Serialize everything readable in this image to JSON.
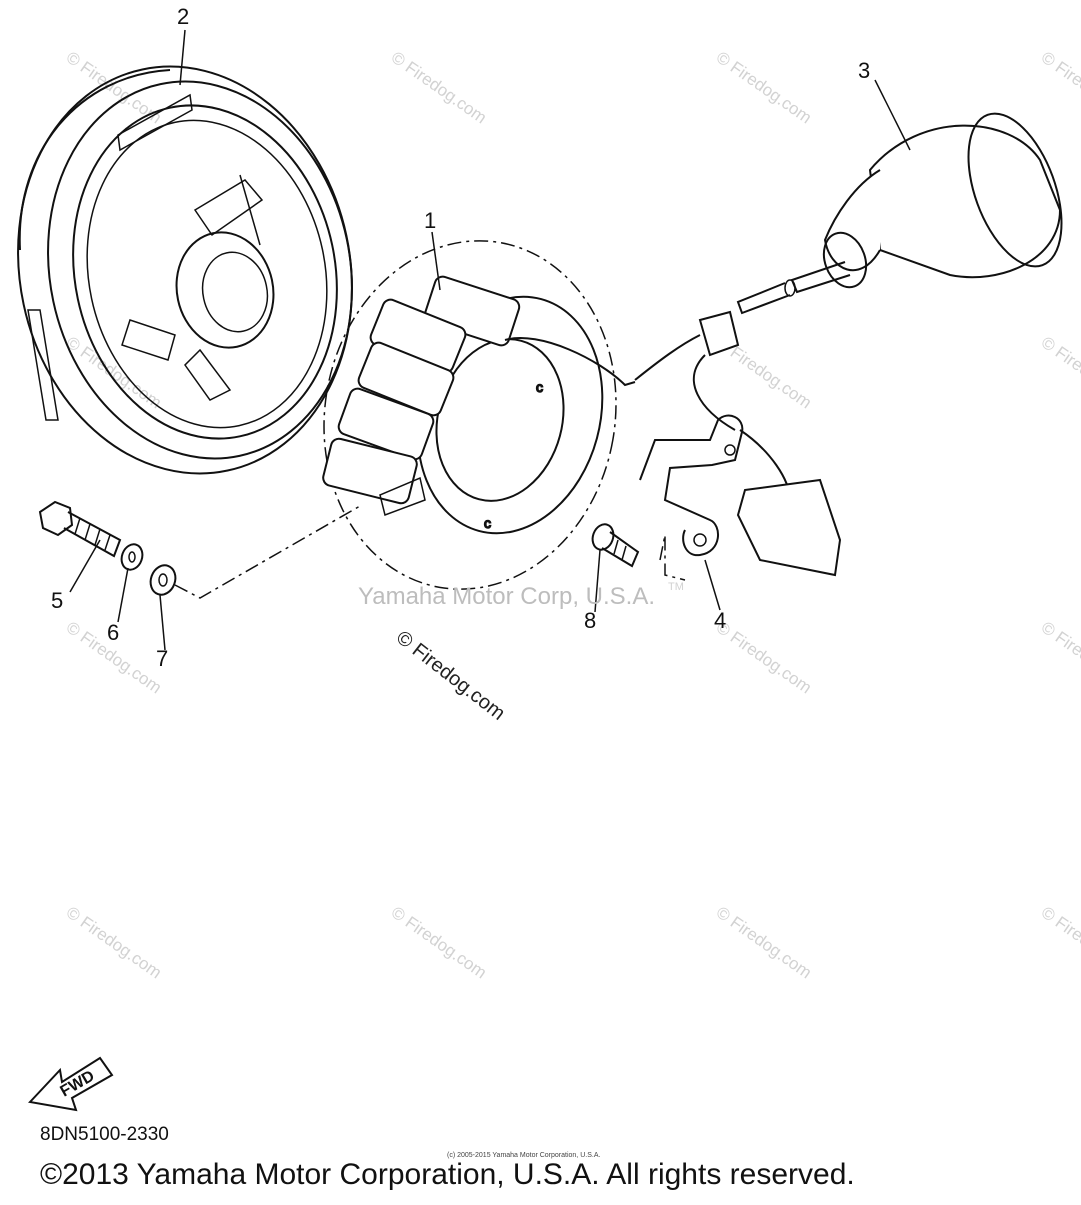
{
  "callouts": [
    "1",
    "2",
    "3",
    "4",
    "5",
    "6",
    "7",
    "8"
  ],
  "watermark": {
    "text": "© Firedog.com",
    "center_text": "© Firedog.com",
    "overlay": "Yamaha Motor Corp, U.S.A.",
    "tm": "TM"
  },
  "fwd_label": "FWD",
  "diagram_code": "8DN5100-2330",
  "small_copyright": "(c) 2005-2015 Yamaha Motor Corporation, U.S.A.",
  "copyright": "©2013 Yamaha Motor Corporation, U.S.A. All rights reserved."
}
